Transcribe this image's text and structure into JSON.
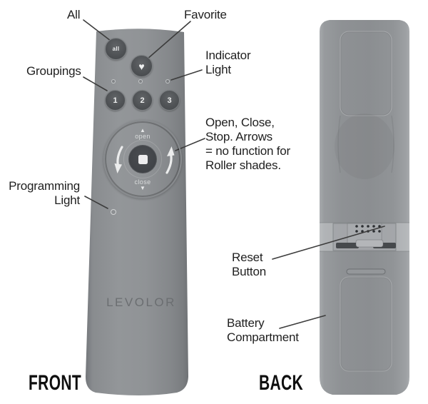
{
  "front_view": {
    "caption": "FRONT",
    "brand": "LEVOLOR",
    "all_button": "all",
    "favorite_icon": "♥",
    "group_buttons": [
      "1",
      "2",
      "3"
    ],
    "open_label": "open",
    "close_label": "close",
    "open_arrow_icon": "▲",
    "close_arrow_icon": "▼"
  },
  "back_view": {
    "caption": "BACK"
  },
  "annotations": {
    "all": "All",
    "favorite": "Favorite",
    "indicator_light": "Indicator\nLight",
    "groupings": "Groupings",
    "dpad_note": "Open, Close,\nStop. Arrows\n= no function for\nRoller shades.",
    "programming_light": "Programming\nLight",
    "reset_button": "Reset\nButton",
    "battery_compartment": "Battery\nCompartment"
  },
  "colors": {
    "remote_body": "#8b8e91",
    "button_dark": "#4e5154",
    "label_text": "#1f1f1f",
    "leader_line": "#3c3c3c"
  }
}
